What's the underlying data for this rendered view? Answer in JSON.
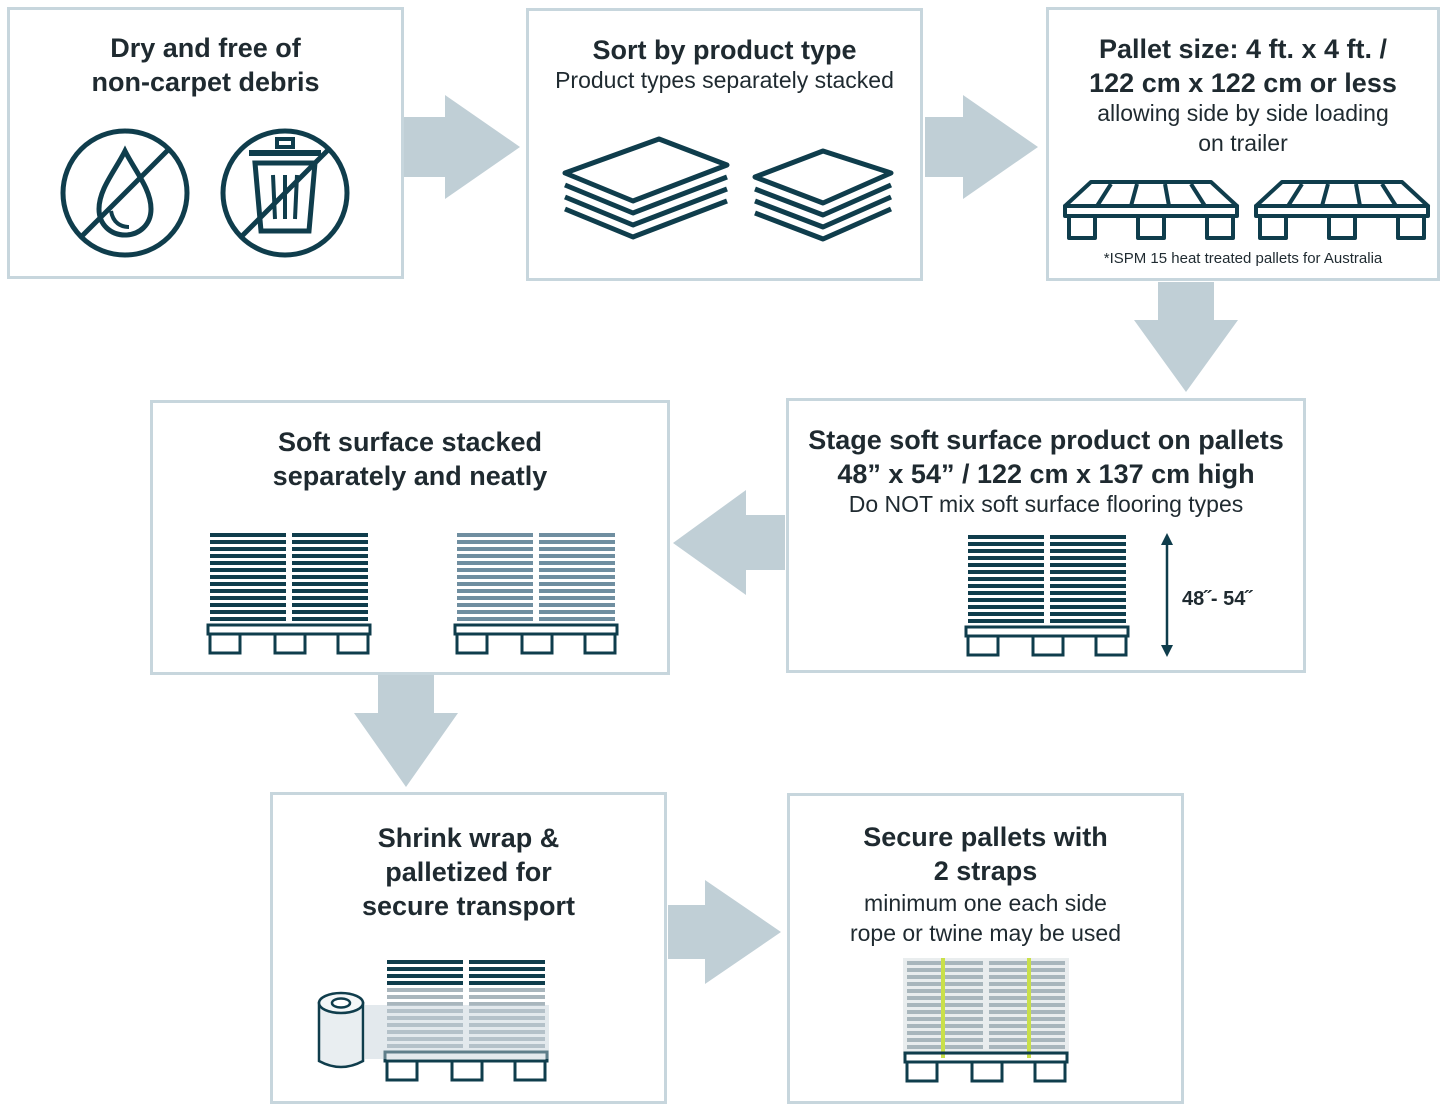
{
  "colors": {
    "dark": "#0f3d4c",
    "mid": "#6f8ea0",
    "light": "#a9b6bd",
    "border": "#c7d6dd",
    "arrow": "#c0cfd6",
    "strap": "#c9e04a"
  },
  "steps": {
    "dry": {
      "title": [
        "Dry and free of",
        "non-carpet debris"
      ],
      "icons": [
        "no-water-icon",
        "no-trash-icon"
      ]
    },
    "sort": {
      "title": [
        "Sort by product type"
      ],
      "sub": [
        "Product types separately stacked"
      ]
    },
    "pallet_size": {
      "title": [
        "Pallet size: 4 ft. x 4 ft. /",
        "122 cm x 122 cm or less"
      ],
      "sub": [
        "allowing side by side loading",
        "on trailer"
      ],
      "note": "*ISPM 15 heat treated pallets for Australia"
    },
    "stage": {
      "title": [
        "Stage soft surface product on pallets",
        "48” x 54” / 122 cm x 137 cm high"
      ],
      "sub": [
        "Do NOT mix soft surface flooring types"
      ],
      "height_label": "48˝- 54˝"
    },
    "stacked": {
      "title": [
        "Soft surface stacked",
        "separately and neatly"
      ]
    },
    "shrink": {
      "title": [
        "Shrink wrap &",
        "palletized for",
        "secure transport"
      ]
    },
    "secure": {
      "title": [
        "Secure pallets with",
        "2 straps"
      ],
      "sub": [
        "minimum one each side",
        "rope or twine may be used"
      ]
    }
  }
}
